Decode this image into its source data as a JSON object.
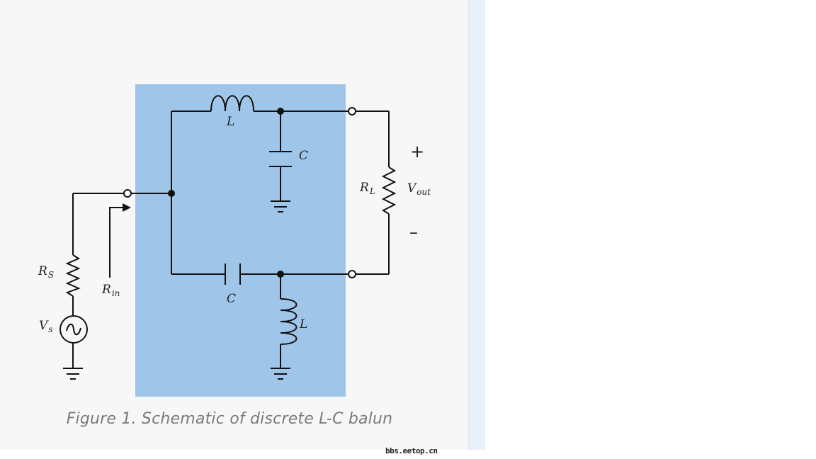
{
  "figure": {
    "caption": "Figure 1. Schematic of discrete L-C balun"
  },
  "labels": {
    "top_inductor": "L",
    "top_capacitor": "C",
    "bottom_capacitor": "C",
    "bottom_inductor": "L",
    "load_resistor": "R",
    "load_resistor_sub": "L",
    "output_voltage": "V",
    "output_voltage_sub": "out",
    "plus": "+",
    "minus": "–",
    "source_resistor": "R",
    "source_resistor_sub": "S",
    "input_resistance": "R",
    "input_resistance_sub": "in",
    "source_voltage": "V",
    "source_voltage_sub": "s"
  },
  "watermark": "bbs.eetop.cn",
  "colors": {
    "panel_background": "#f7f7f7",
    "balun_box": "#9fc5e8",
    "wire": "#111111",
    "caption": "#7a7a7a"
  }
}
